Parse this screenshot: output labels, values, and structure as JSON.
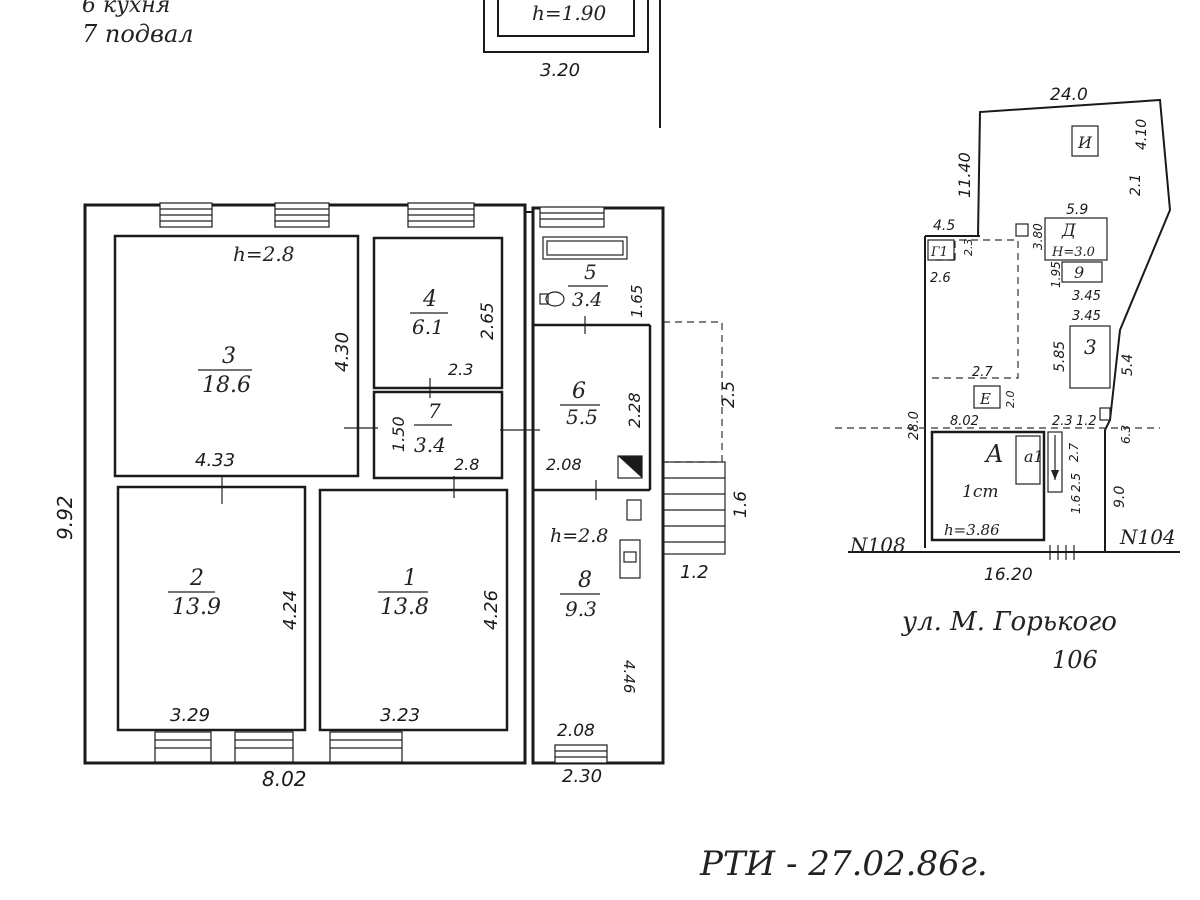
{
  "legend": {
    "line6": "6 кухня",
    "line7": "7 подвал"
  },
  "basement": {
    "height": "h=1.90",
    "width": "3.20"
  },
  "house": {
    "overall_width": "8.02",
    "overall_length": "9.92",
    "annex_width": "2.30",
    "rooms": [
      {
        "num": "1",
        "area": "13.8",
        "dim_w": "3.23",
        "dim_l": "4.26"
      },
      {
        "num": "2",
        "area": "13.9",
        "dim_w": "3.29",
        "dim_l": "4.24"
      },
      {
        "num": "3",
        "area": "18.6",
        "dim_w": "4.33",
        "dim_l": "4.30",
        "height": "h=2.8"
      },
      {
        "num": "4",
        "area": "6.1",
        "dim_w": "2.3",
        "dim_l": "2.65"
      },
      {
        "num": "5",
        "area": "3.4",
        "dim_l": "1.65"
      },
      {
        "num": "6",
        "area": "5.5",
        "dim_w": "2.08",
        "dim_l": "2.28"
      },
      {
        "num": "7",
        "area": "3.4",
        "dim_w": "2.8",
        "dim_l": "1.50"
      },
      {
        "num": "8",
        "area": "9.3",
        "dim_w": "2.08",
        "dim_l": "4.46",
        "height": "h=2.8"
      }
    ],
    "porch": {
      "dim_a": "2.5",
      "dim_b": "1.6",
      "dim_c": "1.2"
    }
  },
  "site": {
    "top": "24.0",
    "left_top": "11.40",
    "right_top": "4.10",
    "right_mid": "2.1",
    "lot_a": "4.5",
    "lot_b": "5.9",
    "lot_c": "3.80",
    "lot_d": "H=3.0",
    "lot_e": "1.95",
    "lot_f": "3.45",
    "lot_g": "3.45",
    "lot_h": "5.85",
    "lot_i": "5.4",
    "lot_j": "2.6",
    "lot_k": "2.3",
    "lot_l": "2.7",
    "lot_m": "2.0",
    "lot_n": "8.02",
    "lot_o": "2.3",
    "lot_p": "1.2",
    "lot_q": "6.3",
    "lot_r": "28.0",
    "lot_s": "2.7",
    "lot_t": "1.6",
    "lot_u": "2.5",
    "lot_v": "9.0",
    "street_front": "16.20",
    "main_house": "A",
    "main_annex": "a1",
    "main_floors": "1ст",
    "main_height": "h=3.86",
    "shed_g": "Г1",
    "shed_d": "Д",
    "shed_9": "9",
    "shed_3": "3",
    "shed_e": "Е",
    "shed_u": "И",
    "neighbor_left": "N108",
    "neighbor_right": "N104"
  },
  "street": {
    "name": "ул. М. Горького",
    "number": "106"
  },
  "footer": {
    "stamp": "РТИ - 27.02.86г."
  }
}
